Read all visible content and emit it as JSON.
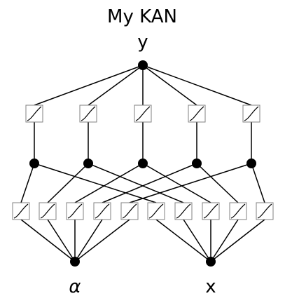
{
  "title": "My KAN",
  "output_label": "y",
  "input_labels": [
    "α",
    "x"
  ],
  "colors": {
    "ink": "#000000",
    "box_border": "#808080",
    "background": "#ffffff"
  },
  "network": {
    "layer_widths": [
      2,
      5,
      1
    ],
    "edges_layer1": 10,
    "edges_layer2": 5,
    "activation_icon": "spline-activation-icon"
  }
}
